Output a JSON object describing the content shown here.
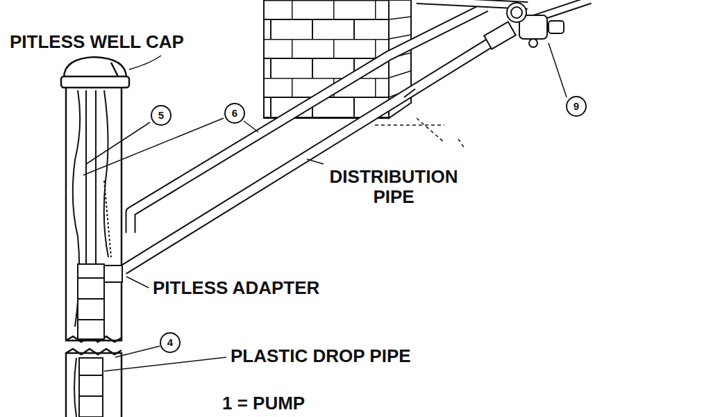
{
  "diagram": {
    "labels": [
      "PITLESS WELL CAP",
      "5",
      "6",
      "9",
      "DISTRIBUTION PIPE",
      "PITLESS ADAPTER",
      "4",
      "PLASTIC DROP PIPE",
      "1 = PUMP"
    ]
  }
}
